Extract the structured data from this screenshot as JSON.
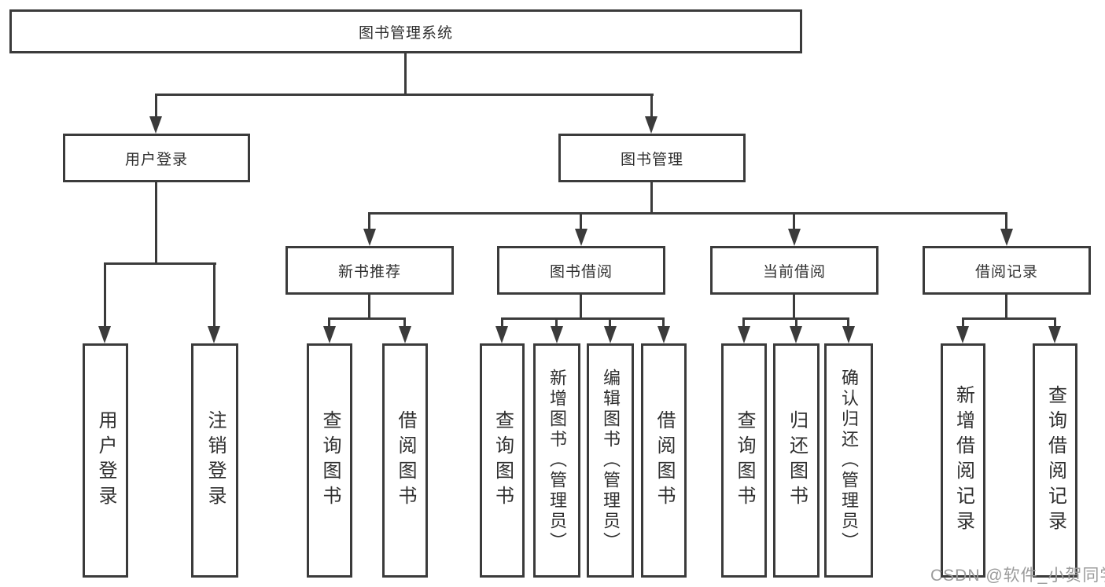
{
  "colors": {
    "line": "#3b3b3b",
    "text": "#2f2f2f",
    "watermark": "#9b9b9b",
    "background": "#ffffff"
  },
  "watermark": {
    "text": "CSDN @软件_小贺同学"
  },
  "diagram": {
    "root": {
      "label": "图书管理系统"
    },
    "branches": [
      {
        "label": "用户登录",
        "children": [
          {
            "label": "用户登录"
          },
          {
            "label": "注销登录"
          }
        ]
      },
      {
        "label": "图书管理",
        "children": [
          {
            "label": "新书推荐",
            "children": [
              {
                "label": "查询图书"
              },
              {
                "label": "借阅图书"
              }
            ]
          },
          {
            "label": "图书借阅",
            "children": [
              {
                "label": "查询图书"
              },
              {
                "label": "新增图书（管理员）"
              },
              {
                "label": "编辑图书（管理员）"
              },
              {
                "label": "借阅图书"
              }
            ]
          },
          {
            "label": "当前借阅",
            "children": [
              {
                "label": "查询图书"
              },
              {
                "label": "归还图书"
              },
              {
                "label": "确认归还（管理员）"
              }
            ]
          },
          {
            "label": "借阅记录",
            "children": [
              {
                "label": "新增借阅记录"
              },
              {
                "label": "查询借阅记录"
              }
            ]
          }
        ]
      }
    ]
  }
}
